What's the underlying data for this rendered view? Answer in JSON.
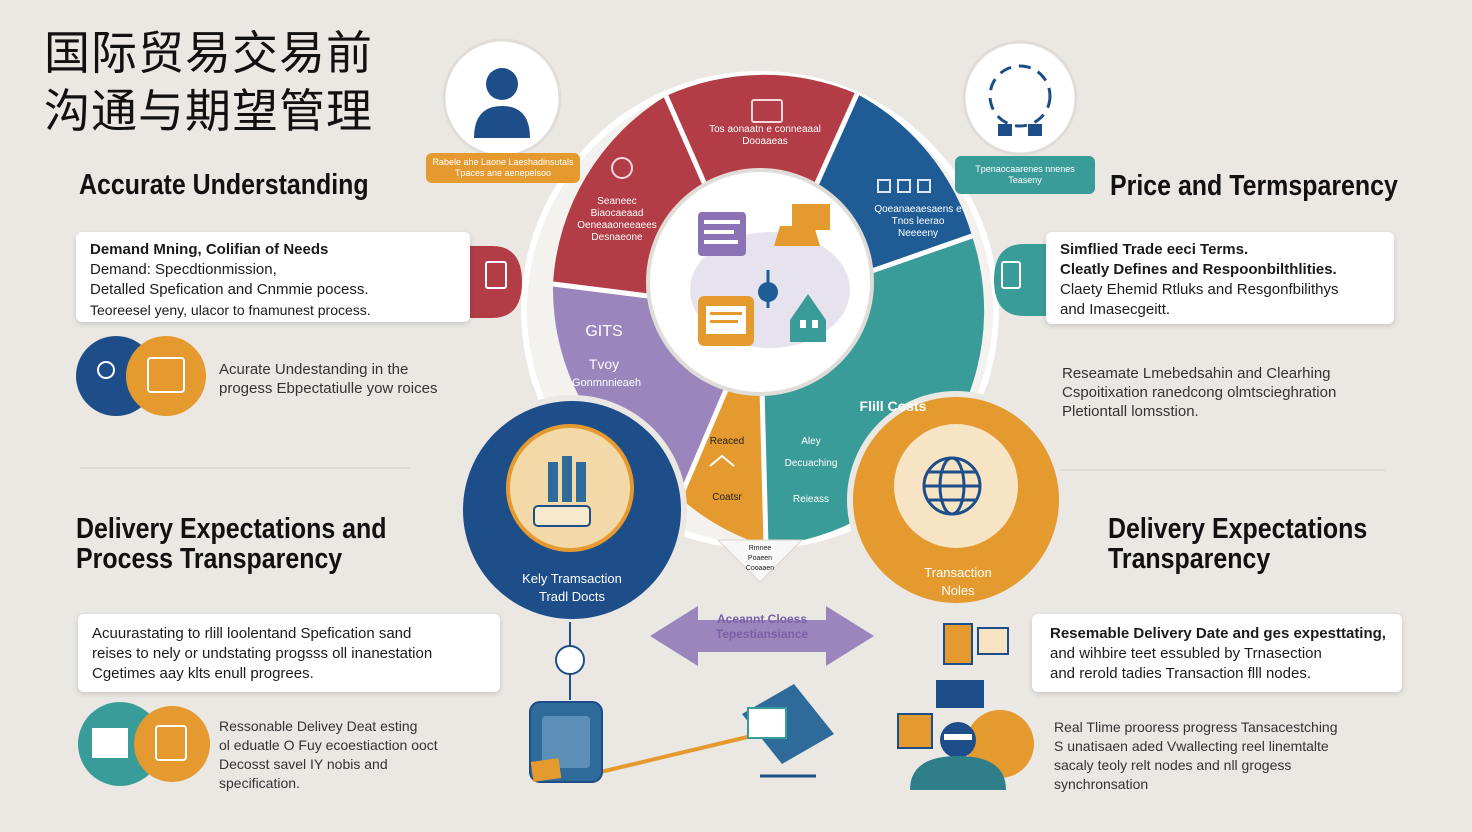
{
  "title": {
    "line1": "国际贸易交易前",
    "line2": "沟通与期望管理"
  },
  "headings": {
    "top_left": "Accurate Understanding",
    "top_right": "Price and Termsparency",
    "bottom_left": {
      "line1": "Delivery Expectations and",
      "line2": "Process  Transparency"
    },
    "bottom_right": {
      "line1": "Delivery Expectations",
      "line2": "Transparency"
    }
  },
  "cards": {
    "top_left": [
      "Demand Mning, Colifian of Needs",
      "Demand: Specdtionmission,",
      "Detalled Spefication and Cnmmie pocess.",
      "Teoreesel yeny, ulacor to fnamunest process."
    ],
    "top_right": [
      "Simflied Trade eeci Terms.",
      "Cleatly Defines and Respoonbilthlities.",
      "Claety Ehemid Rtluks and Resgonfbilithys",
      "and  Imasecgeitt."
    ],
    "bottom_left": [
      "Acuurastating to rlill loolentand Spefication sand",
      "reises to nely or undstating progsss oll inanestation",
      "Cgetimes aay klts enull progrees."
    ],
    "bottom_right": [
      "Resemable Delivery Date and ges expesttating,",
      "and wihbire teet essubled by Trnasection",
      "and rerold tadies Transaction flll nodes."
    ]
  },
  "notes": {
    "left_mid": [
      "Acurate Undestanding in the",
      "progess Ebpectatiulle yow roices"
    ],
    "right_mid": [
      "Reseamate Lmebedsahin and Clearhing",
      "Cspoitixation ranedcong olmtscieghration",
      "Pletiontall lomsstion."
    ],
    "left_bottom": [
      "Ressonable Delivey Deat esting",
      "ol eduatle O Fuy ecoestiaction ooct",
      "Decosst savel IY nobis and",
      "specification."
    ],
    "right_bottom": [
      "Real Tlime prooress progress Tansacestching",
      "S unatisaen aded  Vwallecting reel linemtalte",
      "sacaly teoly relt nodes and nll grogess",
      "synchronsation"
    ]
  },
  "badges": {
    "top_left": [
      "Rabele ahe Laone Laeshadinsutals",
      "Tpaces ane aenepelsoo"
    ],
    "top_right": "Tpenaocaarenes nnenes Teaseny"
  },
  "wheel": {
    "top_segment": [
      "Tos aonaatn e conneaaal",
      "Dooaaeas"
    ],
    "left_red_segment": [
      "Seaneec",
      "Biaocaeaad",
      "Oeneaaoneeaees",
      "Desnaeone"
    ],
    "right_blue_segment": [
      "Qoeanaeaesaens e",
      "Tnos leerao",
      "Neeeeny"
    ],
    "purple_segment": [
      "GITS",
      "Tvoy",
      "Gonmnnieaeh"
    ],
    "orange_segment": [
      "Reaced",
      "Coatsr"
    ],
    "teal_segment": [
      "Aley",
      "Decuaching",
      "Reieass"
    ],
    "teal_outer": "Flill Costs",
    "bottom_tab": [
      "Rmnee",
      "Poaeen",
      "Cooaaen"
    ]
  },
  "circles": {
    "blue": [
      "Kely Tramsaction",
      "Tradl Docts"
    ],
    "orange": [
      "Transaction",
      "Noles"
    ]
  },
  "arrow_label": [
    "Aceannt Cloess",
    "Tepestiansiance"
  ],
  "colors": {
    "red": "#b23d46",
    "blue": "#1f5c96",
    "purple": "#9a86bd",
    "orange": "#e59a2f",
    "teal": "#3a9c98",
    "dark_blue": "#1d4e89"
  }
}
